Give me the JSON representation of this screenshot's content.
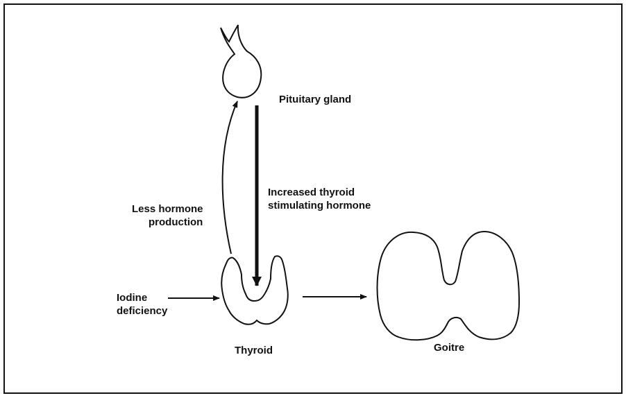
{
  "labels": {
    "pituitary": "Pituitary gland",
    "tsh_line1": "Increased thyroid",
    "tsh_line2": "stimulating hormone",
    "less_line1": "Less hormone",
    "less_line2": "production",
    "iodine_line1": "Iodine",
    "iodine_line2": "deficiency",
    "thyroid": "Thyroid",
    "goitre": "Goitre"
  }
}
